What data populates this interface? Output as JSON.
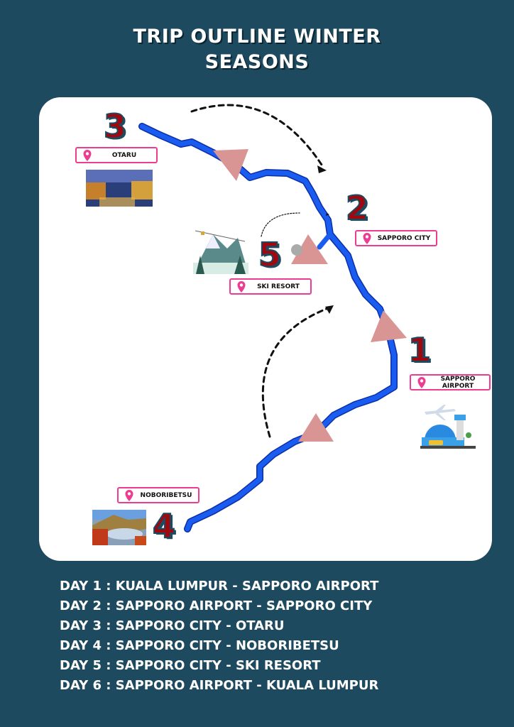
{
  "title": {
    "line1": "TRIP OUTLINE WINTER",
    "line2": "SEASONS"
  },
  "stops": [
    {
      "number": "1",
      "label": "SAPPORO AIRPORT"
    },
    {
      "number": "2",
      "label": "SAPPORO CITY"
    },
    {
      "number": "3",
      "label": "OTARU"
    },
    {
      "number": "4",
      "label": "NOBORIBETSU"
    },
    {
      "number": "5",
      "label": "SKI RESORT"
    }
  ],
  "itinerary": [
    "DAY 1 : KUALA LUMPUR - SAPPORO AIRPORT",
    "DAY 2 : SAPPORO AIRPORT - SAPPORO CITY",
    "DAY 3 : SAPPORO CITY - OTARU",
    "DAY 4 : SAPPORO CITY - NOBORIBETSU",
    "DAY 5 : SAPPORO CITY - SKI RESORT",
    "DAY 6 : SAPPORO AIRPORT - KUALA LUMPUR"
  ],
  "colors": {
    "background": "#1e4a5f",
    "route": "#1a5cf0",
    "arrow": "#d99494",
    "pin": "#ec3d93",
    "number": "#a0070e"
  }
}
